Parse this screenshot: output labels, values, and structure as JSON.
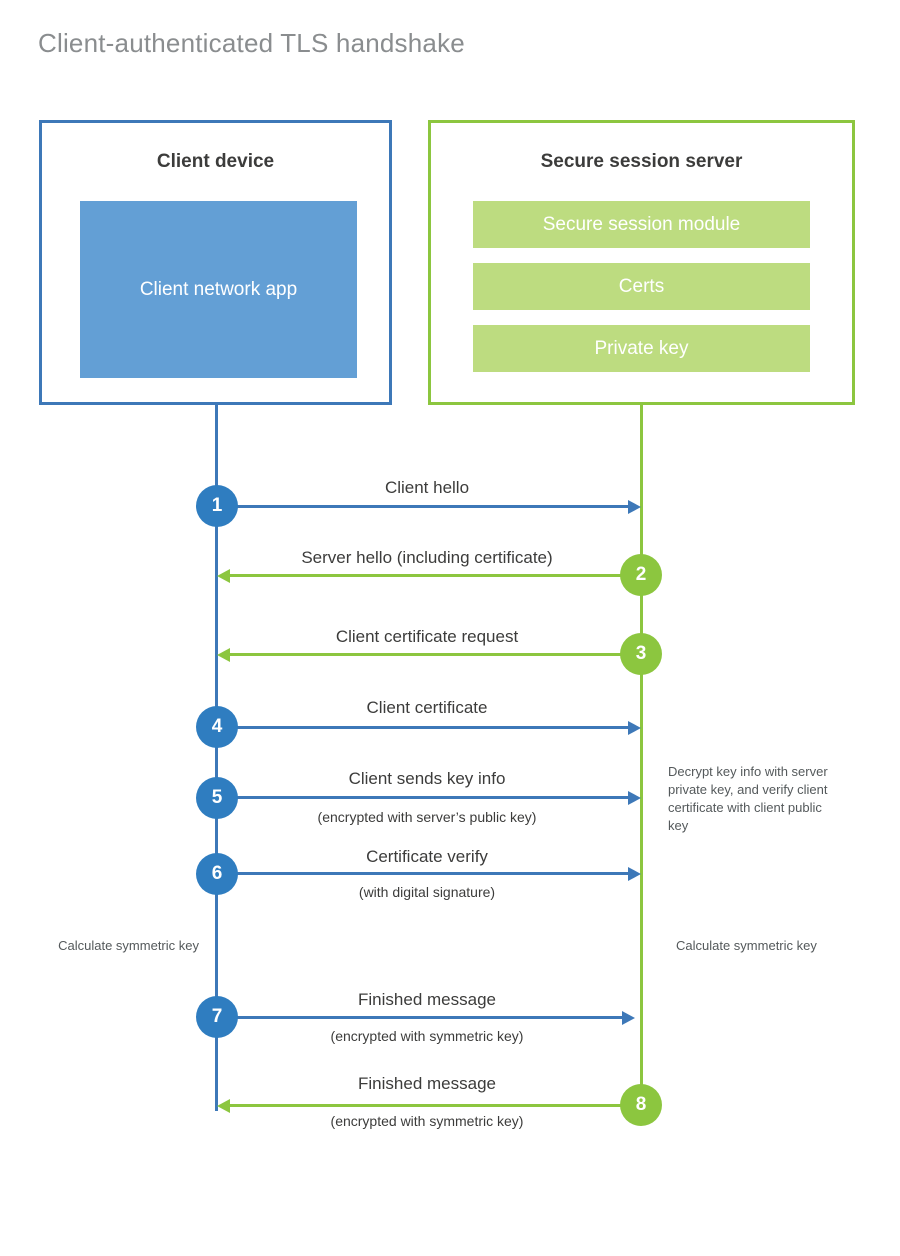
{
  "title": "Client-authenticated TLS handshake",
  "client": {
    "box_title": "Client device",
    "app_label": "Client network app",
    "border_color": "#3d78b8",
    "app_color": "#639fd5"
  },
  "server": {
    "box_title": "Secure session server",
    "border_color": "#8cc63f",
    "bar_color": "#bddc80",
    "bars": [
      {
        "label": "Secure session module"
      },
      {
        "label": "Certs"
      },
      {
        "label": "Private key"
      }
    ]
  },
  "steps": [
    {
      "number": "1",
      "label": "Client hello",
      "sublabel": "",
      "direction": "right",
      "color": "#2f7dc0"
    },
    {
      "number": "2",
      "label": "Server hello (including certificate)",
      "sublabel": "",
      "direction": "left",
      "color": "#8cc63f"
    },
    {
      "number": "3",
      "label": "Client certificate request",
      "sublabel": "",
      "direction": "left",
      "color": "#8cc63f"
    },
    {
      "number": "4",
      "label": "Client certificate",
      "sublabel": "",
      "direction": "right",
      "color": "#2f7dc0"
    },
    {
      "number": "5",
      "label": "Client sends key info",
      "sublabel": "(encrypted with server’s public key)",
      "direction": "right",
      "color": "#2f7dc0"
    },
    {
      "number": "6",
      "label": "Certificate verify",
      "sublabel": "(with digital signature)",
      "direction": "right",
      "color": "#2f7dc0"
    },
    {
      "number": "7",
      "label": "Finished message",
      "sublabel": "(encrypted with symmetric key)",
      "direction": "right",
      "color": "#2f7dc0"
    },
    {
      "number": "8",
      "label": "Finished message",
      "sublabel": "(encrypted with symmetric key)",
      "direction": "left",
      "color": "#8cc63f"
    }
  ],
  "notes": {
    "decrypt": "Decrypt key info with server private key, and verify client certificate with client public key",
    "calculate_client": "Calculate symmetric key",
    "calculate_server": "Calculate symmetric key"
  }
}
